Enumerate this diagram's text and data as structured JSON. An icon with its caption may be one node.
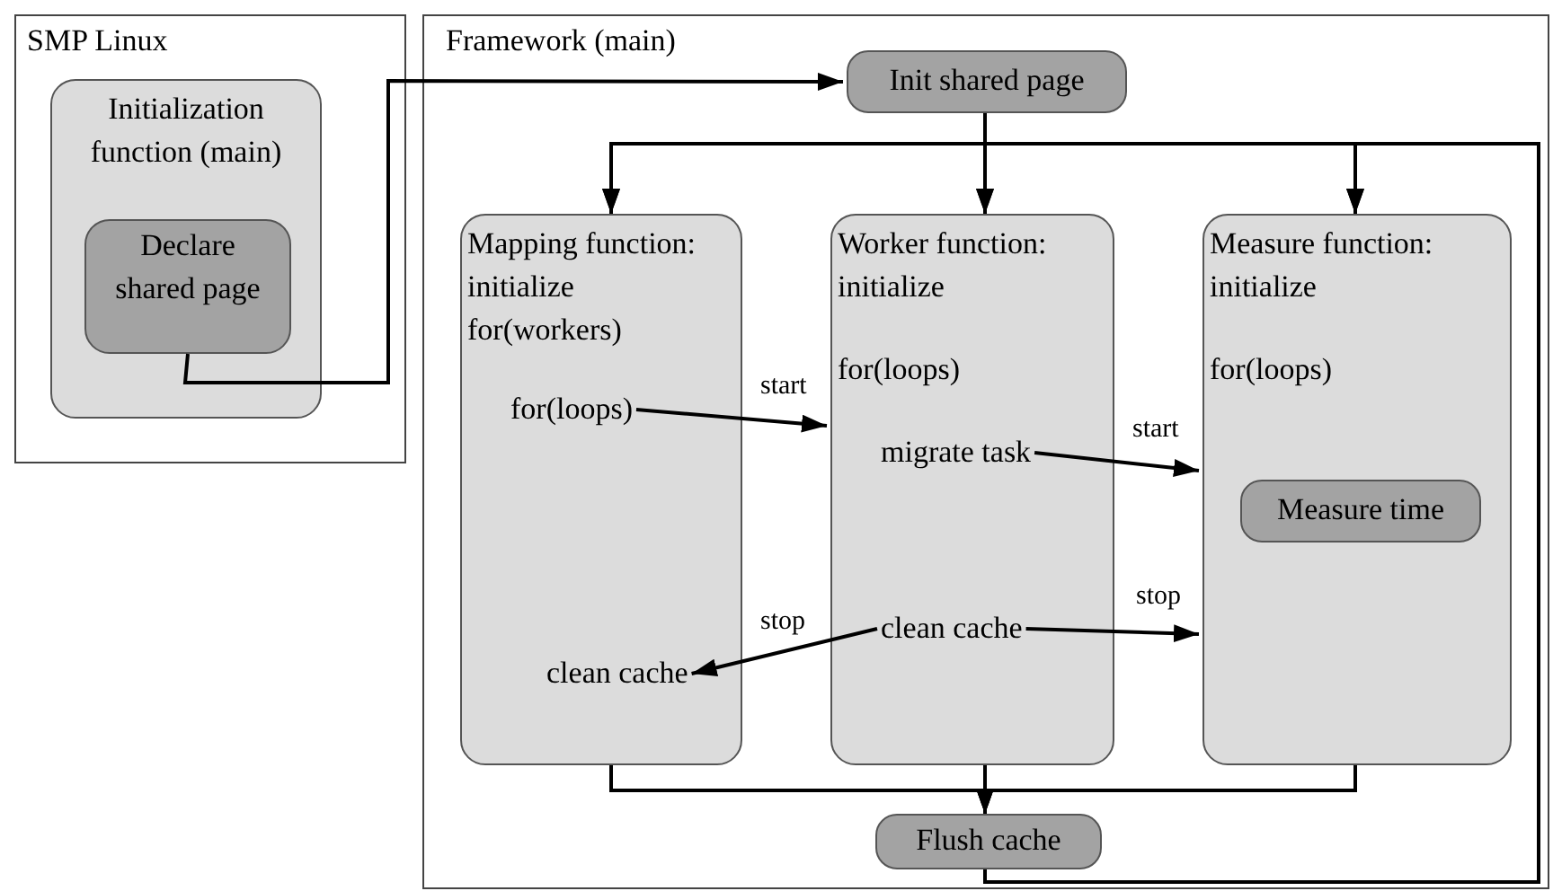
{
  "diagram": {
    "nodes": [
      {
        "text": [
          "SMP Linux"
        ]
      },
      {
        "text": [
          "Initialization function (main)"
        ],
        "in": 0
      },
      {
        "text": [
          "Declare shared page"
        ],
        "in": 1
      },
      {
        "text": [
          "Framework (main)"
        ]
      },
      {
        "text": [
          "Init shared page"
        ],
        "in": 3
      },
      {
        "text": [
          "Mapping function:",
          "initialize",
          "for(workers)"
        ],
        "in": 3
      },
      {
        "text": [
          "for(loops)"
        ],
        "in": 5
      },
      {
        "text": [
          "clean cache"
        ],
        "in": 5
      },
      {
        "text": [
          "Worker function:",
          "initialize",
          "for(loops)"
        ],
        "in": 3
      },
      {
        "text": [
          "migrate task"
        ],
        "in": 8
      },
      {
        "text": [
          "clean cache"
        ],
        "in": 8
      },
      {
        "text": [
          "Measure function:",
          "initialize",
          "for(loops)"
        ],
        "in": 3
      },
      {
        "text": [
          "Measure time"
        ],
        "in": 11
      },
      {
        "text": [
          "Flush cache"
        ],
        "in": 3
      }
    ],
    "edges": [
      {
        "from": 2,
        "to": 4,
        "arrow": "to"
      },
      {
        "from": 4,
        "to": 5,
        "arrow": "to"
      },
      {
        "from": 4,
        "to": 8,
        "arrow": "to"
      },
      {
        "from": 4,
        "to": 11,
        "arrow": "to"
      },
      {
        "from": 13,
        "to": 5,
        "arrow": "to"
      },
      {
        "from": 13,
        "to": 8,
        "arrow": "to"
      },
      {
        "from": 13,
        "to": 11,
        "arrow": "to"
      },
      {
        "from": 6,
        "to": 8,
        "arrow": "to",
        "label": "start"
      },
      {
        "from": 9,
        "to": 11,
        "arrow": "to",
        "label": "start"
      },
      {
        "from": 10,
        "to": 7,
        "arrow": "to",
        "label": "stop"
      },
      {
        "from": 10,
        "to": 11,
        "arrow": "to",
        "label": "stop"
      },
      {
        "from": 5,
        "to": 13,
        "arrow": "to"
      },
      {
        "from": 8,
        "to": 13,
        "arrow": "to"
      },
      {
        "from": 11,
        "to": 13,
        "arrow": "to"
      }
    ]
  }
}
